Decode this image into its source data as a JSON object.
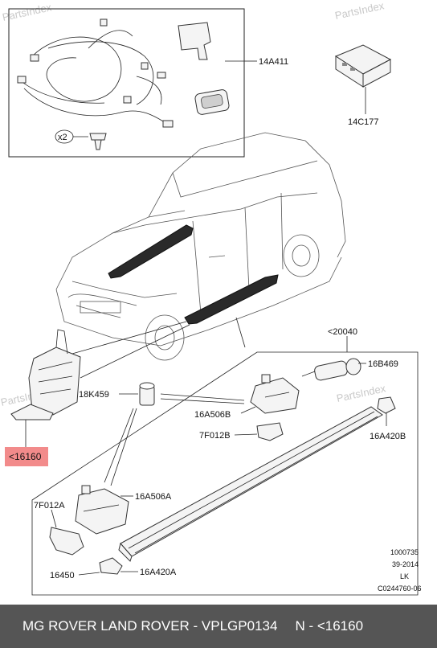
{
  "watermark": "PartsIndex",
  "labels": {
    "kit": "14A411",
    "module": "14C177",
    "qty": "x2",
    "assembly": "<20040",
    "motor": "16B469",
    "bushing": "18K459",
    "bracket_rear": "16A506B",
    "cover_rear": "7F012B",
    "endcap_rear": "16A420B",
    "bracket_front": "16A506A",
    "cover_front": "7F012A",
    "step": "16450",
    "endcap_front": "16A420A",
    "highlight": "<16160"
  },
  "info": {
    "line1": "1000735",
    "line2": "39-2014",
    "line3": "LK",
    "line4": "C0244760-06"
  },
  "footer": {
    "left": "MG ROVER LAND ROVER - VPLGP0134",
    "right": "N - <16160"
  },
  "colors": {
    "highlight_box": "#f28b8b",
    "footer_bg": "#555555"
  }
}
